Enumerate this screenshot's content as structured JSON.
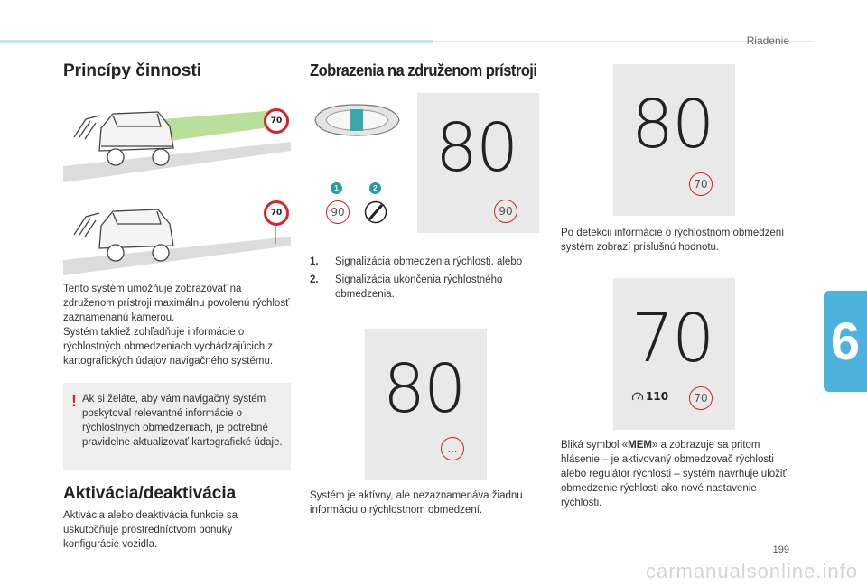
{
  "header": {
    "section": "Riadenie",
    "chapter": "6"
  },
  "footer": {
    "page_number": "199",
    "watermark": "carmanualsonline.info"
  },
  "left": {
    "heading1": "Princípy činnosti",
    "sign1_value": "70",
    "sign2_value": "70",
    "paragraph1": "Tento systém umožňuje zobrazovať na združenom prístroji maximálnu povolenú rýchlosť zaznamenanú kamerou.",
    "paragraph2": "Systém taktiež zohľadňuje informácie o rýchlostných obmedzeniach vychádzajúcich z kartografických údajov navigačného systému.",
    "warning_mark": "!",
    "warning_text": "Ak si želáte, aby vám navigačný systém poskytoval relevantné informácie o rýchlostných obmedzeniach, je potrebné pravidelne aktualizovať kartografické údaje.",
    "heading2": "Aktivácia/deaktivácia",
    "paragraph3": "Aktivácia alebo deaktivácia funkcie sa uskutočňuje prostredníctvom ponuky konfigurácie vozidla."
  },
  "middle": {
    "heading": "Zobrazenia na združenom prístroji",
    "badge1": "1",
    "badge2": "2",
    "sign_90": "90",
    "cluster1_speed": "80",
    "cluster1_sign": "90",
    "items": [
      {
        "num": "1.",
        "text": "Signalizácia obmedzenia rýchlosti. alebo"
      },
      {
        "num": "2.",
        "text": "Signalizácia ukončenia rýchlostného obmedzenia."
      }
    ],
    "cluster2_speed": "80",
    "cluster2_sign": "…",
    "paragraph": "Systém je aktívny, ale nezaznamenáva žiadnu informáciu o rýchlostnom obmedzení."
  },
  "right": {
    "cluster3_speed": "80",
    "cluster3_sign": "70",
    "paragraph1": "Po detekcii informácie o rýchlostnom obmedzení systém zobrazí príslušnú hodnotu.",
    "cluster4_speed": "70",
    "cluster4_set": "110",
    "cluster4_sign": "70",
    "paragraph2_pre": "Bliká symbol «",
    "paragraph2_mem": "MEM",
    "paragraph2_post": "» a zobrazuje sa pritom hlásenie – je aktivovaný obmedzovač rýchlosti alebo regulátor rýchlosti – systém navrhuje uložiť obmedzenie rýchlosti ako nové nastavenie rýchlosti."
  },
  "colors": {
    "accent": "#4db3dc",
    "sign_red": "#d8232a",
    "badge": "#2a9aa5"
  }
}
